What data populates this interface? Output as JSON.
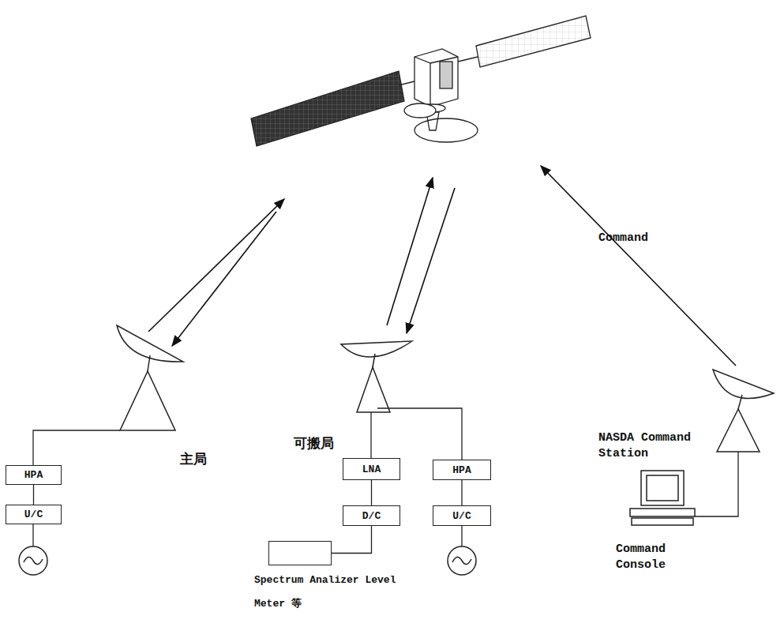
{
  "diagram": {
    "nodes": [
      {
        "text": [
          "HPA"
        ]
      },
      {
        "text": [
          "U/C"
        ]
      },
      {
        "text": [
          "LNA"
        ]
      },
      {
        "text": [
          "D/C"
        ]
      },
      {
        "text": [
          "HPA"
        ]
      },
      {
        "text": [
          "U/C"
        ]
      },
      {
        "text": [
          "Spectrum Analizer Level Meter 等"
        ]
      }
    ],
    "edges": [
      {
        "from": 0,
        "to": 1,
        "arrow": "none"
      },
      {
        "from": 2,
        "to": 3,
        "arrow": "none"
      },
      {
        "from": 4,
        "to": 5,
        "arrow": "none"
      },
      {
        "from": 3,
        "to": 6,
        "arrow": "none"
      }
    ],
    "labels": [
      "Command",
      "主局",
      "可搬局",
      "NASDA Command Station",
      "Command Console"
    ]
  }
}
